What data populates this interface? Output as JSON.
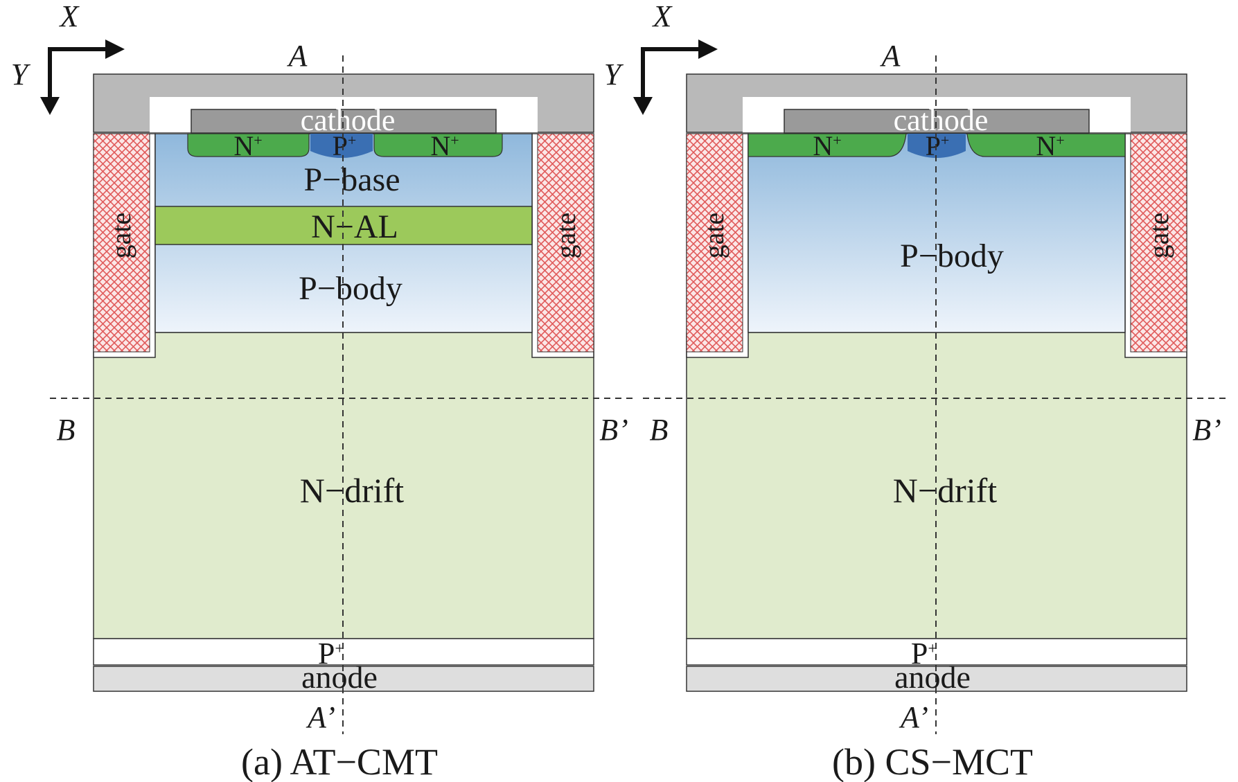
{
  "panels": [
    {
      "id": "a",
      "caption": "(a) AT−CMT",
      "axis_x": "X",
      "axis_y": "Y",
      "cut_top": "A",
      "cut_bottom": "A’",
      "cut_left": "B",
      "cut_right": "B’",
      "cathode": "cathode",
      "n_plus": "N",
      "p_plus": "P",
      "plus": "+",
      "gate": "gate",
      "layers": [
        "P−base",
        "N−AL",
        "P−body"
      ],
      "drift": "N−drift",
      "p_anode": "P",
      "anode": "anode"
    },
    {
      "id": "b",
      "caption": "(b) CS−MCT",
      "axis_x": "X",
      "axis_y": "Y",
      "cut_top": "A",
      "cut_bottom": "A’",
      "cut_left": "B",
      "cut_right": "B’",
      "cathode": "cathode",
      "n_plus": "N",
      "p_plus": "P",
      "plus": "+",
      "gate": "gate",
      "layers": [
        "P−body"
      ],
      "drift": "N−drift",
      "p_anode": "P",
      "anode": "anode"
    }
  ],
  "colors": {
    "metal": "#b9b9b9",
    "cathode_bar": "#9a9a9a",
    "n_plus": "#4caa4c",
    "p_plus": "#3a6fb3",
    "p_region_top": "#8fb8dc",
    "p_region_bottom": "#eef4fb",
    "n_al": "#9cc95b",
    "drift": "#e0ebcd",
    "gate_hatch": "#e05a5a",
    "gate_bg": "#fbe6e6",
    "anode": "#dedede",
    "outline": "#333333"
  }
}
